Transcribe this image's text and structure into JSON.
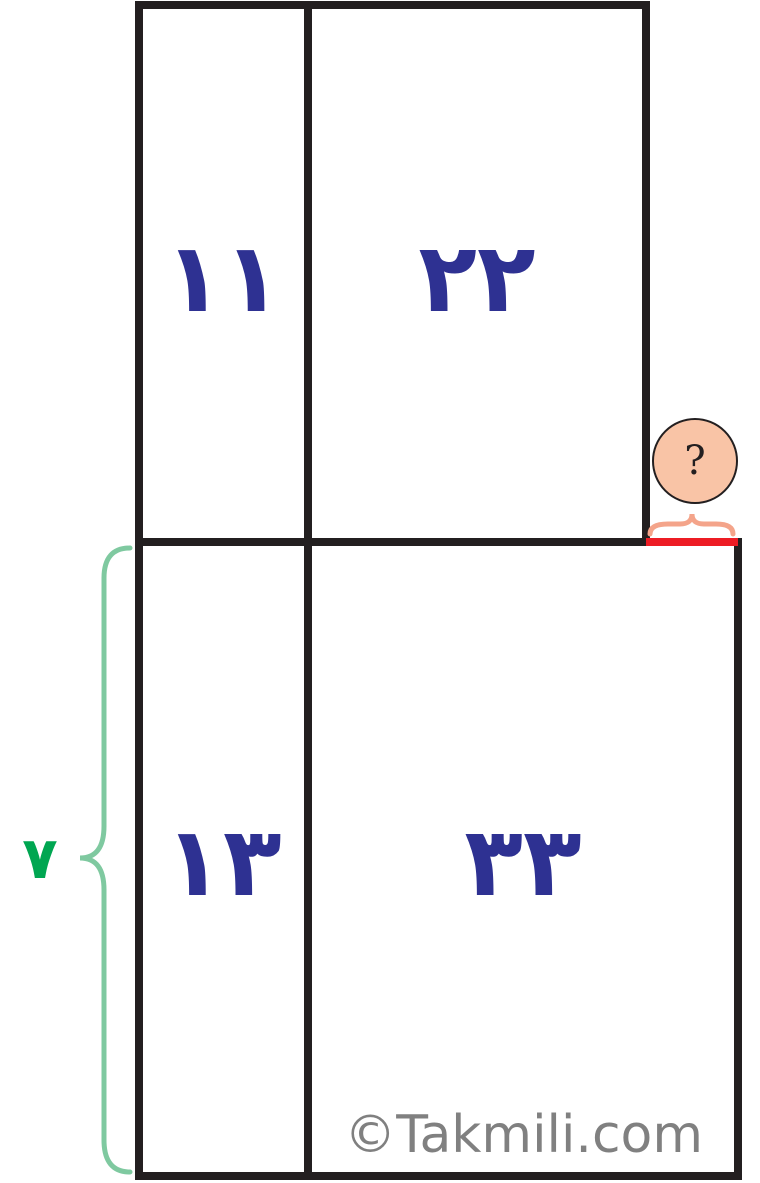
{
  "colors": {
    "line": "#231f20",
    "label": "#2e3192",
    "side_label": "#00a651",
    "side_brace": "#7fc9a0",
    "unknown_segment": "#ed1c24",
    "unknown_brace": "#f4a48a",
    "question_fill": "#f9c4a6",
    "watermark": "#808080"
  },
  "areas": {
    "top_left": "۱۱",
    "top_right": "۲۲",
    "bottom_left": "۱۳",
    "bottom_right": "۳۳"
  },
  "side_length_label": "۷",
  "unknown_marker": "?",
  "watermark": "©Takmili.com"
}
